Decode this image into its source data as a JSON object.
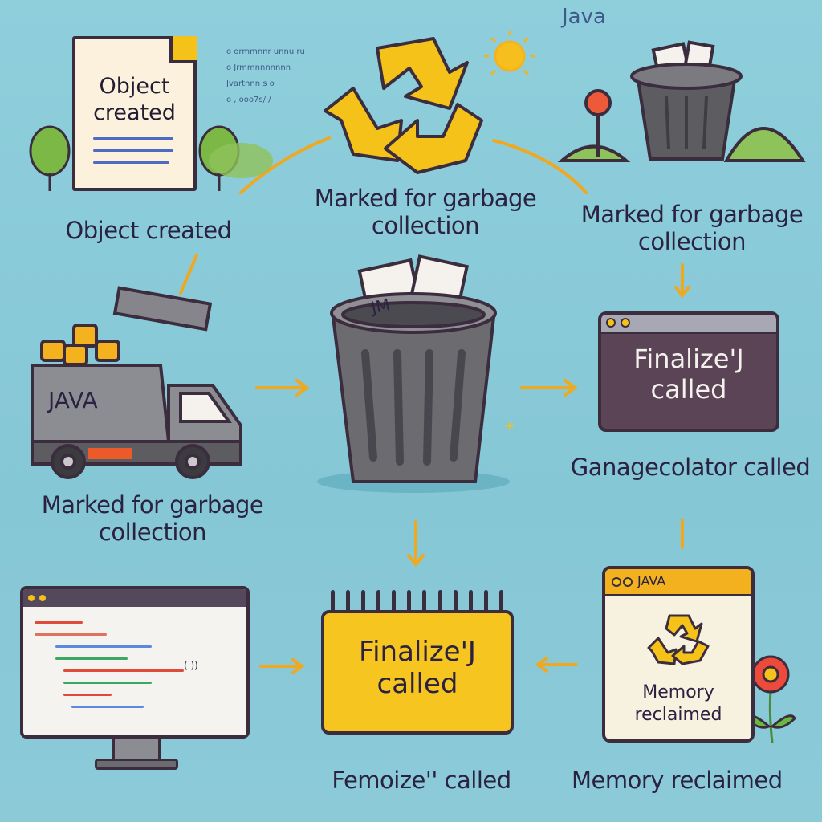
{
  "title_tag": "Java",
  "top": {
    "document_text": "Object created",
    "doc_scribbles": [
      "o ormmnnr unnu ru",
      "o Jrmmnnnnnnn",
      "Jvartnnn s o",
      "o , ooo7s/ /"
    ],
    "step1_label": "Object created",
    "step2_label": "Marked for garbage collection",
    "step3_label": "Marked for garbage collection"
  },
  "middle": {
    "truck_text": "JAVA",
    "truck_label": "Marked for garbage collection",
    "trash_paper_text": "JM",
    "window_text": "Finalize'J called",
    "window_label": "Ganagecolator called"
  },
  "bottom": {
    "note_text": "Finalize'J called",
    "note_label": "Femoize'' called",
    "code_snippet": "( ))",
    "memory_window_header": "JAVA",
    "memory_window_text": "Memory reclaimed",
    "memory_label": "Memory reclaimed"
  },
  "colors": {
    "background": "#8ccad8",
    "accent": "#f5b21f",
    "outline": "#3b2d3e",
    "dark_window": "#5a4455"
  }
}
